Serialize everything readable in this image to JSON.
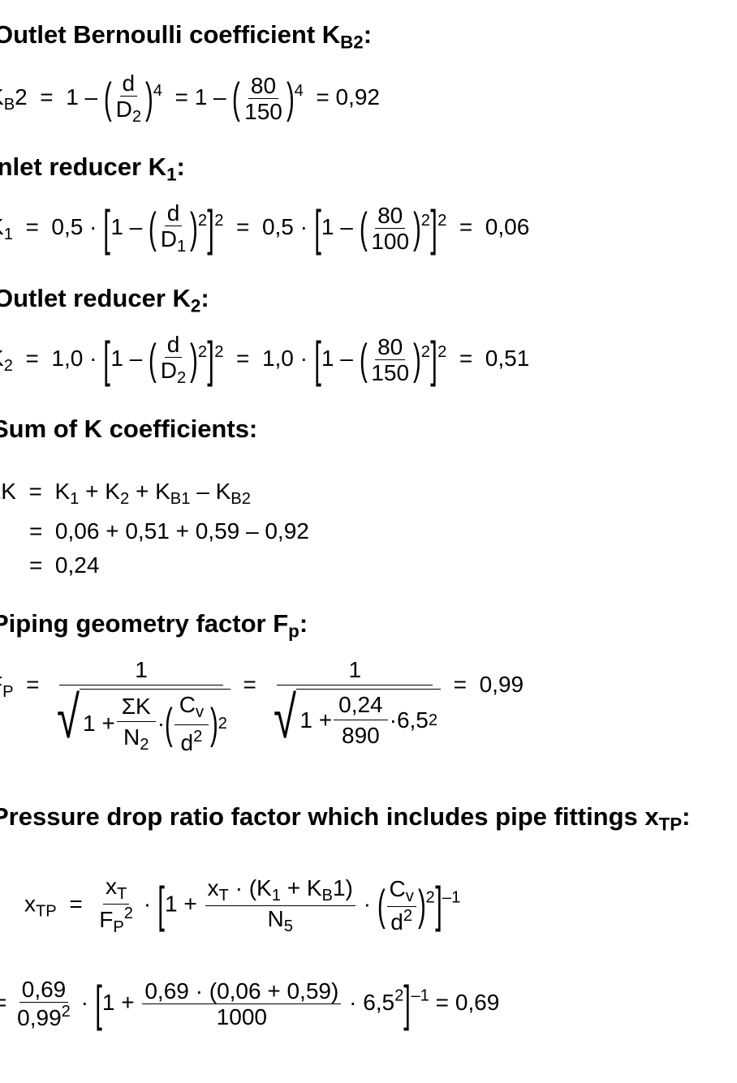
{
  "sections": {
    "kb2": {
      "heading": "Outlet Bernoulli coefficient K",
      "heading_sub": "B2",
      "heading_tail": ":",
      "lhs": "K",
      "lhs_sub": "B",
      "lhs_tail": "2",
      "d": "d",
      "D": "D",
      "D_sub": "2",
      "exp": "4",
      "num": "80",
      "den": "150",
      "result": "0,92"
    },
    "k1": {
      "heading": "Inlet reducer K",
      "heading_sub": "1",
      "heading_tail": ":",
      "lhs": "K",
      "lhs_sub": "1",
      "coef": "0,5",
      "d": "d",
      "D": "D",
      "D_sub": "1",
      "exp": "2",
      "num": "80",
      "den": "100",
      "result": "0,06"
    },
    "k2": {
      "heading": "Outlet reducer K",
      "heading_sub": "2",
      "heading_tail": ":",
      "lhs": "K",
      "lhs_sub": "2",
      "coef": "1,0",
      "d": "d",
      "D": "D",
      "D_sub": "2",
      "exp": "2",
      "num": "80",
      "den": "150",
      "result": "0,51"
    },
    "sumk": {
      "heading": "Sum of K coefficients:",
      "lhs": "ΣK",
      "line1": [
        "K",
        "1",
        "K",
        "2",
        "K",
        "B1",
        "K",
        "B2"
      ],
      "line2": "0,06 + 0,51 + 0,59 – 0,92",
      "line3": "0,24"
    },
    "fp": {
      "heading": "Piping geometry factor F",
      "heading_sub": "p",
      "heading_tail": ":",
      "lhs": "F",
      "lhs_sub": "P",
      "one": "1",
      "sk": "ΣK",
      "n2": "N",
      "n2_sub": "2",
      "cv": "C",
      "cv_sub": "v",
      "d2": "d",
      "num_sk": "0,24",
      "den_n": "890",
      "factor": "6,5",
      "result": "0,99"
    },
    "xtp": {
      "heading": "Pressure drop ratio factor which includes pipe fittings x",
      "heading_sub": "TP",
      "heading_tail": ":",
      "lhs": "x",
      "lhs_sub": "TP",
      "xt": "x",
      "xt_sub": "T",
      "fp": "F",
      "fp_sub": "P",
      "n5": "N",
      "n5_sub": "5",
      "v1": "0,69",
      "v2": "0,99",
      "inner_num": "0,69 · (0,06 + 0,59)",
      "inner_den": "1000",
      "factor": "6,5",
      "result": "0,69"
    }
  }
}
